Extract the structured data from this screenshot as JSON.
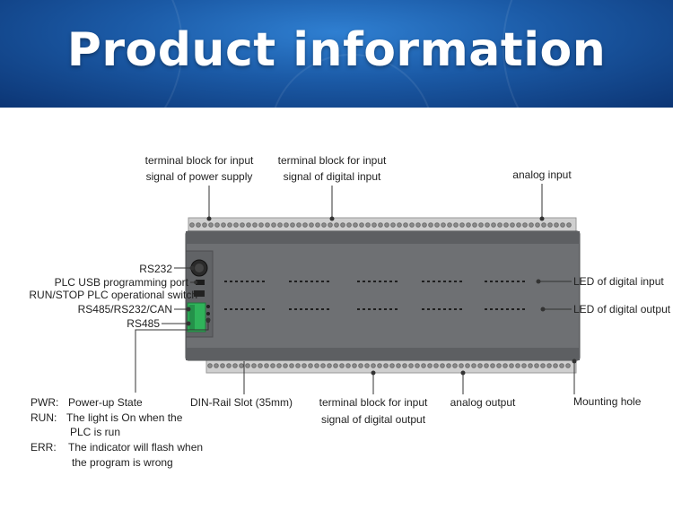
{
  "title": "Product information",
  "colors": {
    "banner_dark": "#0c3574",
    "banner_light": "#2f7fd1",
    "plc_body": "#6b6d70",
    "terminal": "#c8c8c8",
    "connector": "#2fb35a"
  },
  "top_labels": {
    "power_supply": [
      "terminal block for input",
      "signal of power supply"
    ],
    "digital_input": [
      "terminal block for input",
      "signal of digital input"
    ],
    "analog_input": "analog input"
  },
  "left_labels": {
    "rs232": "RS232",
    "usb": "PLC USB programming port",
    "run_stop": "RUN/STOP PLC operational switch",
    "rs485_can": "RS485/RS232/CAN",
    "rs485": "RS485"
  },
  "right_labels": {
    "led_input": "LED of digital input",
    "led_output": "LED of digital output"
  },
  "bottom_labels": {
    "din_rail": "DIN-Rail Slot (35mm)",
    "digital_output": [
      "terminal block for input",
      "signal of digital output"
    ],
    "analog_output": "analog output",
    "mounting_hole": "Mounting hole"
  },
  "status_notes": {
    "pwr_key": "PWR:",
    "pwr_text": "Power-up State",
    "run_key": "RUN:",
    "run_text_1": "The light is On when the",
    "run_text_2": "PLC is run",
    "err_key": "ERR:",
    "err_text_1": "The indicator will flash when",
    "err_text_2": "the program is wrong"
  }
}
